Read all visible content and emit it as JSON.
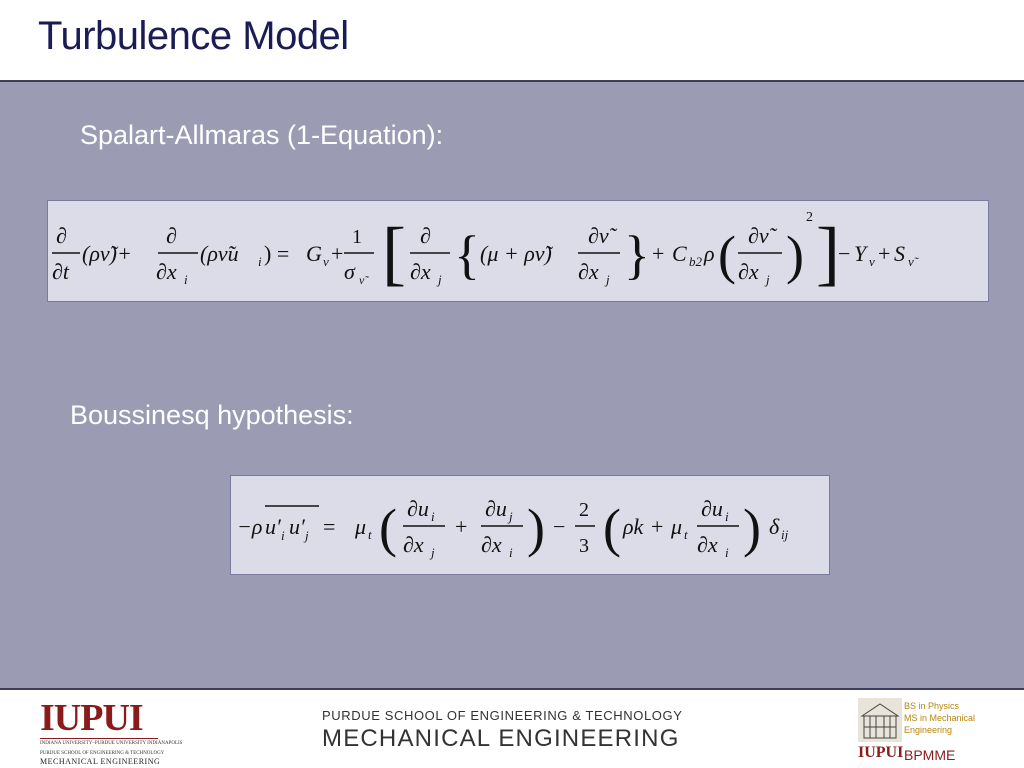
{
  "slide": {
    "title": "Turbulence Model",
    "subtitle1": "Spalart-Allmaras (1-Equation):",
    "subtitle2": "Boussinesq hypothesis:"
  },
  "footer": {
    "left_logo": "IUPUI",
    "left_small1": "INDIANA UNIVERSITY–PURDUE UNIVERSITY INDIANAPOLIS",
    "left_small2": "PURDUE SCHOOL OF ENGINEERING & TECHNOLOGY",
    "left_small3": "MECHANICAL ENGINEERING",
    "center_line1": "PURDUE SCHOOL OF ENGINEERING & TECHNOLOGY",
    "center_line2": "MECHANICAL ENGINEERING",
    "right_line1": "BS in Physics",
    "right_line2": "MS in Mechanical",
    "right_line3": "Engineering",
    "right_logo": "IUPUI",
    "right_brand": "BPMME"
  }
}
